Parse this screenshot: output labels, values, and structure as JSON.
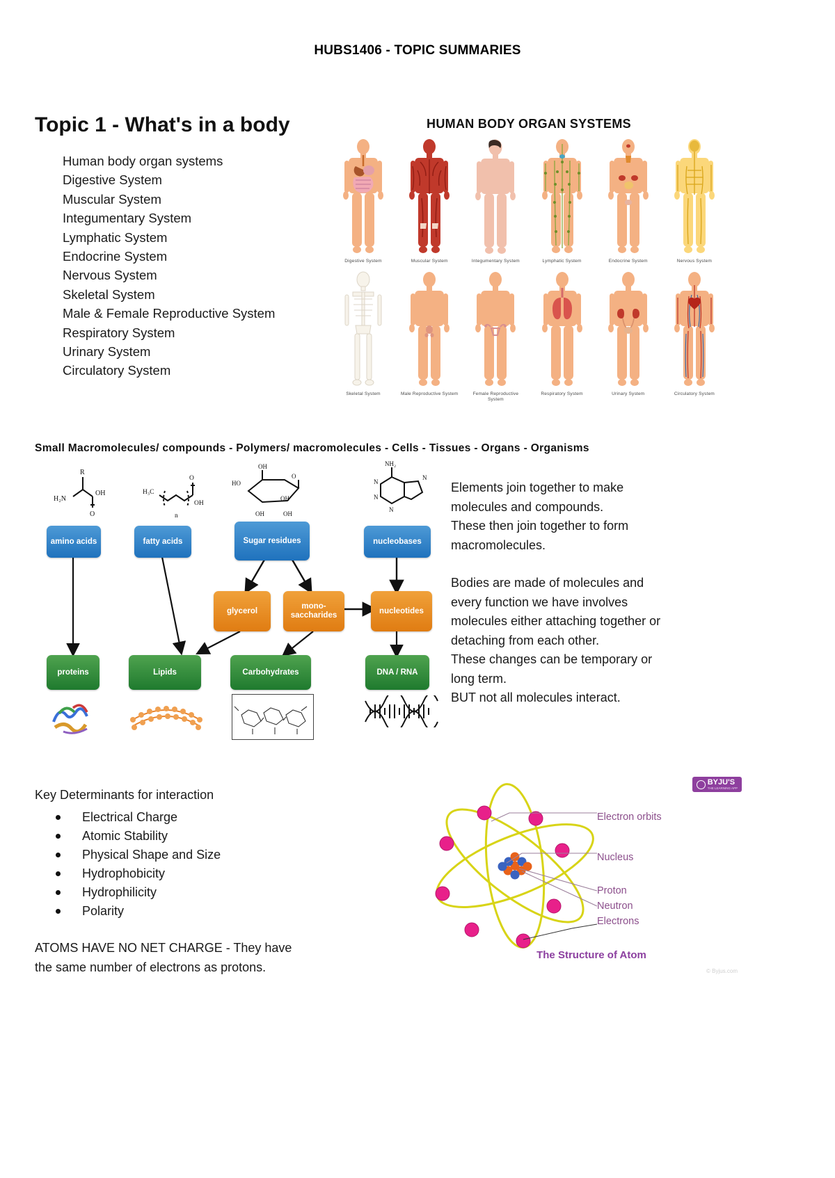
{
  "document": {
    "title": "HUBS1406 - TOPIC SUMMARIES"
  },
  "topic1": {
    "heading": "Topic 1 - What's in a body",
    "systems": [
      "Human body organ systems",
      "Digestive System",
      "Muscular System",
      "Integumentary System",
      "Lymphatic System",
      "Endocrine System",
      "Nervous System",
      "Skeletal System",
      "Male & Female Reproductive System",
      "Respiratory System",
      "Urinary System",
      "Circulatory System"
    ]
  },
  "organ_figure": {
    "title": "HUMAN BODY ORGAN SYSTEMS",
    "row1": [
      {
        "caption": "Digestive System"
      },
      {
        "caption": "Muscular System"
      },
      {
        "caption": "Integumentary System"
      },
      {
        "caption": "Lymphatic System"
      },
      {
        "caption": "Endocrine System"
      },
      {
        "caption": "Nervous System"
      }
    ],
    "row2": [
      {
        "caption": "Skeletal System"
      },
      {
        "caption": "Male Reproductive System"
      },
      {
        "caption": "Female Reproductive System"
      },
      {
        "caption": "Respiratory System"
      },
      {
        "caption": "Urinary System"
      },
      {
        "caption": "Circulatory System"
      }
    ]
  },
  "macro_heading": "Small Macromolecules/ compounds - Polymers/ macromolecules - Cells - Tissues - Organs - Organisms",
  "flow": {
    "monomers": [
      {
        "label": "amino acids",
        "color": "#2277c0"
      },
      {
        "label": "fatty acids",
        "color": "#2277c0"
      },
      {
        "label": "Sugar residues",
        "color": "#3f8fcf"
      },
      {
        "label": "nucleobases",
        "color": "#2277c0"
      }
    ],
    "intermediates": [
      {
        "label": "glycerol",
        "color": "#e4820f"
      },
      {
        "label": "mono-saccharides",
        "color": "#e4820f"
      },
      {
        "label": "nucleotides",
        "color": "#e4820f"
      }
    ],
    "polymers": [
      {
        "label": "proteins",
        "color": "#3f9b43"
      },
      {
        "label": "Lipids",
        "color": "#2e8b3d"
      },
      {
        "label": "Carbohydrates",
        "color": "#2e8b3d"
      },
      {
        "label": "DNA / RNA",
        "color": "#3f9b43"
      }
    ],
    "chem_labels": {
      "amino_acid": [
        "R",
        "H₂N",
        "OH",
        "O"
      ],
      "fatty_acid": [
        "H₃C",
        "n",
        "O",
        "OH"
      ],
      "sugar": [
        "OH",
        "HO",
        "O",
        "OH",
        "OH",
        "OH"
      ],
      "nucleobase": [
        "NH₂",
        "N",
        "N",
        "N",
        "N"
      ]
    }
  },
  "right_text": {
    "para1": [
      "Elements join together to make",
      "molecules and compounds.",
      "These then join together to form",
      "macromolecules."
    ],
    "para2": [
      "Bodies are made of molecules and",
      "every function we have involves",
      "molecules either attaching together or",
      "detaching from each other.",
      "These changes can be temporary or",
      "long term.",
      "BUT not all molecules interact."
    ]
  },
  "key_determinants": {
    "title": "Key Determinants for interaction",
    "items": [
      "Electrical Charge",
      "Atomic Stability",
      "Physical Shape and Size",
      "Hydrophobicity",
      "Hydrophilicity",
      "Polarity"
    ]
  },
  "atom_note": [
    "ATOMS HAVE NO NET CHARGE - They have",
    "the same number of electrons as protons."
  ],
  "atom_figure": {
    "caption": "The Structure of Atom",
    "labels": [
      "Electron orbits",
      "Nucleus",
      "Proton",
      "Neutron",
      "Electrons"
    ],
    "brand": {
      "name": "BYJU'S",
      "tagline": "THE LEARNING APP"
    },
    "watermark": "© Byjus.com",
    "colors": {
      "orbit": "#d8d417",
      "electron": "#e8208a",
      "proton": "#e8621a",
      "neutron": "#3a63c0",
      "label_text": "#8c4f8c",
      "caption": "#8c3fa0"
    }
  }
}
